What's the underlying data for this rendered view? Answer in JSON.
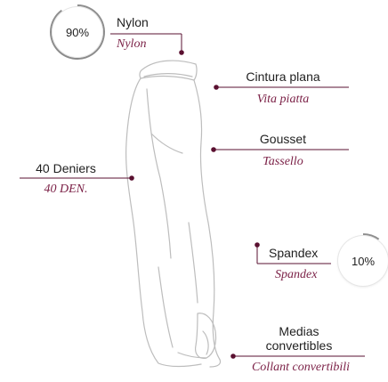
{
  "nylon": {
    "percent": "90%",
    "label": "Nylon",
    "label_it": "Nylon"
  },
  "waist": {
    "label": "Cintura plana",
    "label_it": "Vita piatta"
  },
  "gusset": {
    "label": "Gousset",
    "label_it": "Tassello"
  },
  "denier": {
    "label": "40 Deniers",
    "label_it": "40 DEN."
  },
  "spandex": {
    "percent": "10%",
    "label": "Spandex",
    "label_it": "Spandex"
  },
  "convertible": {
    "label_line1": "Medias",
    "label_line2": "convertibles",
    "label_it": "Collant convertibili"
  },
  "colors": {
    "accent": "#7a1f45",
    "leader_line": "#5a1030",
    "outline": "#bdbdbd"
  }
}
